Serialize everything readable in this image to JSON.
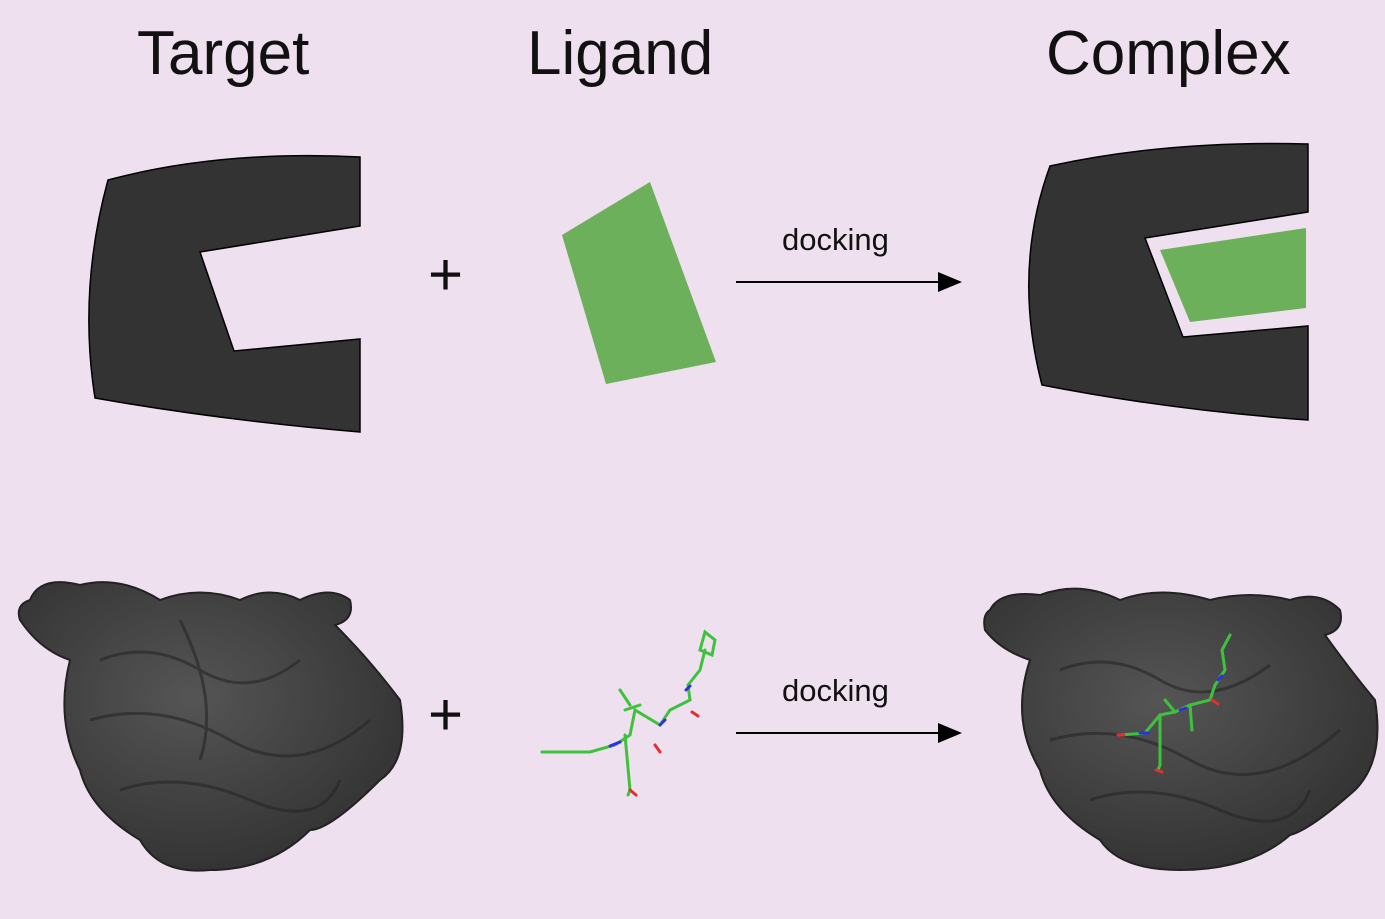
{
  "titles": {
    "target": "Target",
    "ligand": "Ligand",
    "complex": "Complex"
  },
  "operators": {
    "plus": "+",
    "docking": "docking"
  },
  "colors": {
    "background": "#eee0ee",
    "target": "#333333",
    "ligand": "#6db05c",
    "arrow": "#000000"
  }
}
